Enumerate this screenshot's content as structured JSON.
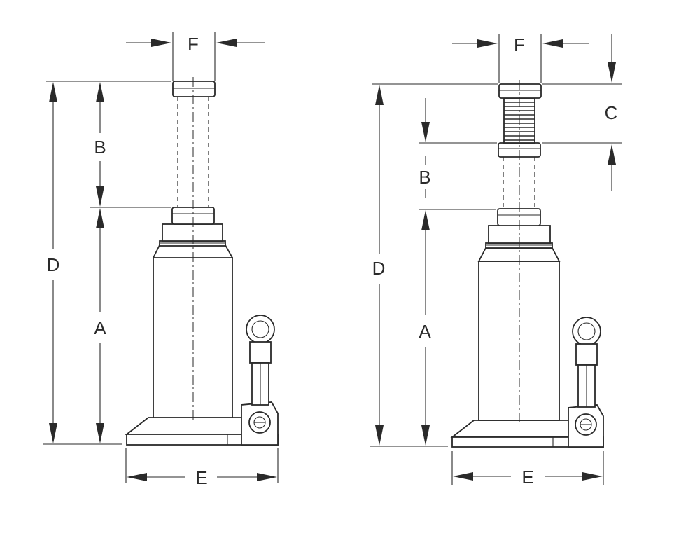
{
  "labels": {
    "left": {
      "F": "F",
      "B": "B",
      "D": "D",
      "A": "A",
      "E": "E"
    },
    "right": {
      "F": "F",
      "C": "C",
      "B": "B",
      "D": "D",
      "A": "A",
      "E": "E"
    }
  }
}
